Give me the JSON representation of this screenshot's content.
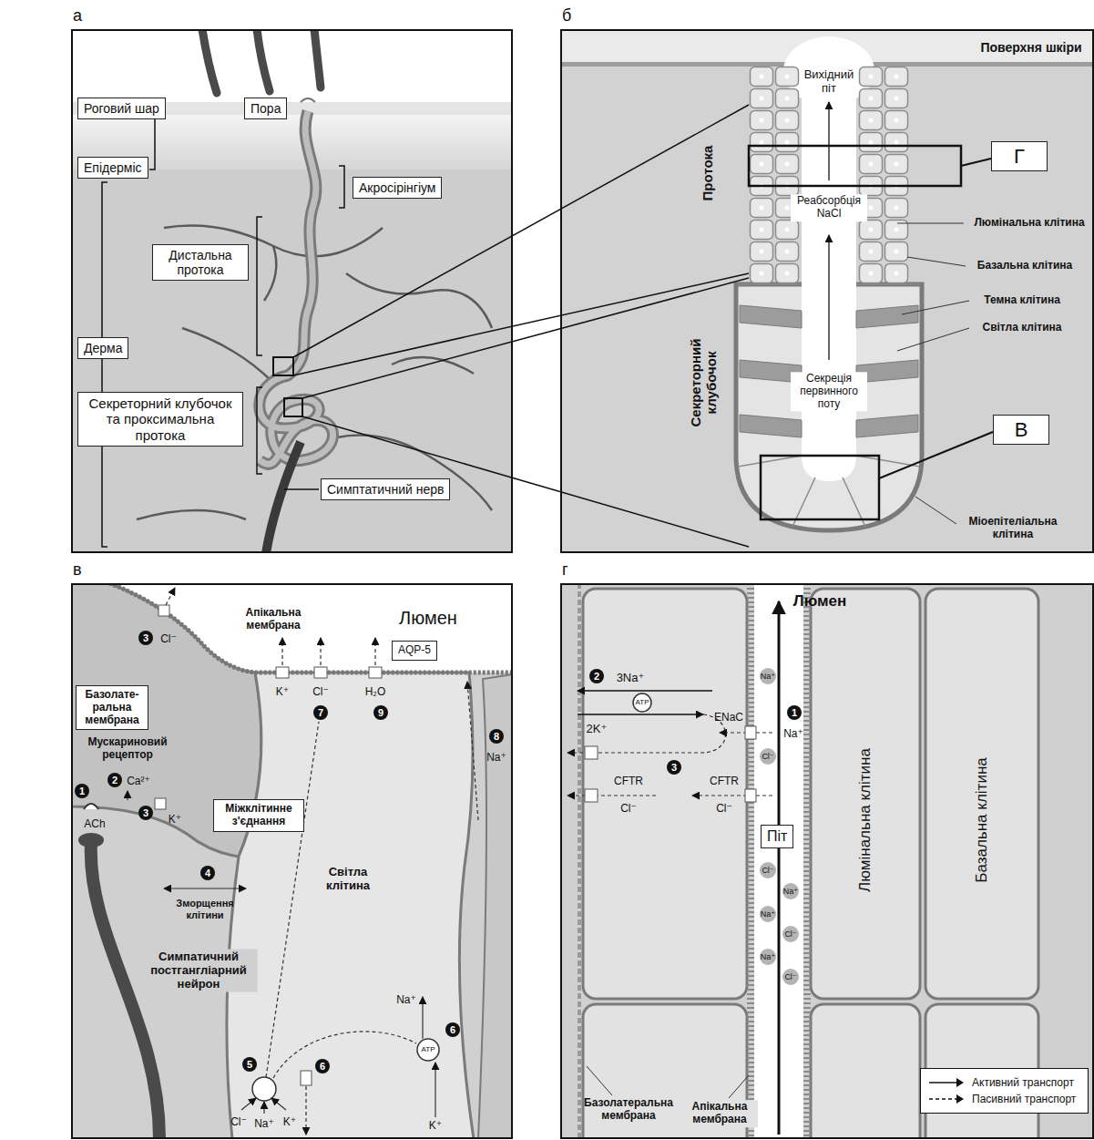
{
  "diagram": {
    "nodes": [
      {
        "text": [
          "а"
        ]
      },
      {
        "text": [
          "Роговий шар"
        ],
        "in": 0
      },
      {
        "text": [
          "Пора"
        ],
        "in": 0
      },
      {
        "text": [
          "Епідерміс"
        ],
        "in": 0
      },
      {
        "text": [
          "Акросірінгіум"
        ],
        "in": 0
      },
      {
        "text": [
          "Дистальна протока"
        ],
        "in": 0
      },
      {
        "text": [
          "Дерма"
        ],
        "in": 0
      },
      {
        "text": [
          "Секреторний клубочок та проксимальна протока"
        ],
        "in": 0
      },
      {
        "text": [
          "Симптатичний нерв"
        ],
        "in": 0
      },
      {
        "text": [
          "б"
        ]
      },
      {
        "text": [
          "Г"
        ],
        "in": 9
      },
      {
        "text": [
          "В"
        ],
        "in": 9
      },
      {
        "text": [
          "в"
        ]
      },
      {
        "text": [
          "Базолате-ральна мембрана"
        ],
        "in": 12
      },
      {
        "text": [
          "Міжклітинне з'єднання"
        ],
        "in": 12
      },
      {
        "text": [
          "AQP-5"
        ],
        "in": 12
      },
      {
        "text": [
          "г"
        ]
      },
      {
        "text": [
          "Піт"
        ],
        "in": 16
      }
    ],
    "labels": [
      "Вихідний піт",
      "Поверхня шкіри",
      "Протока",
      "Секреторний клубочок",
      "Реабсорбція NaCl",
      "Секреція первинного поту",
      "Люмінальна клітина",
      "Базальна клітина",
      "Темна клітина",
      "Світла клітина",
      "Міоепітеліальна клітина",
      "Апікальна мембрана",
      "Люмен",
      "Мускариновий рецептор",
      "1",
      "ACh",
      "2",
      "Ca²⁺",
      "3",
      "K⁺",
      "3",
      "Cl⁻",
      "4",
      "Зморщення клітини",
      "Світла клітина",
      "Симпатичний постгангліарний нейрон",
      "K⁺",
      "Cl⁻",
      "7",
      "H₂O",
      "9",
      "8",
      "Na⁺",
      "5",
      "Cl⁻",
      "Na⁺",
      "K⁺",
      "6",
      "Na⁺",
      "6",
      "ATP",
      "K⁺",
      "Люмен",
      "ENaC",
      "1",
      "Na⁺",
      "2",
      "3Na⁺",
      "2K⁺",
      "ATP",
      "3",
      "CFTR",
      "Cl⁻",
      "CFTR",
      "Cl⁻",
      "Na⁺",
      "Cl⁻",
      "Cl⁻",
      "Na⁺",
      "Na⁺",
      "Cl⁻",
      "Na⁺",
      "Cl⁻",
      "Люмінальна клітина",
      "Базальна клітина",
      "Базолатеральна мембрана",
      "Апікальна мембрана"
    ],
    "legend": [
      {
        "text": "Активний транспорт"
      },
      {
        "text": "Пасивний транспорт"
      }
    ]
  }
}
